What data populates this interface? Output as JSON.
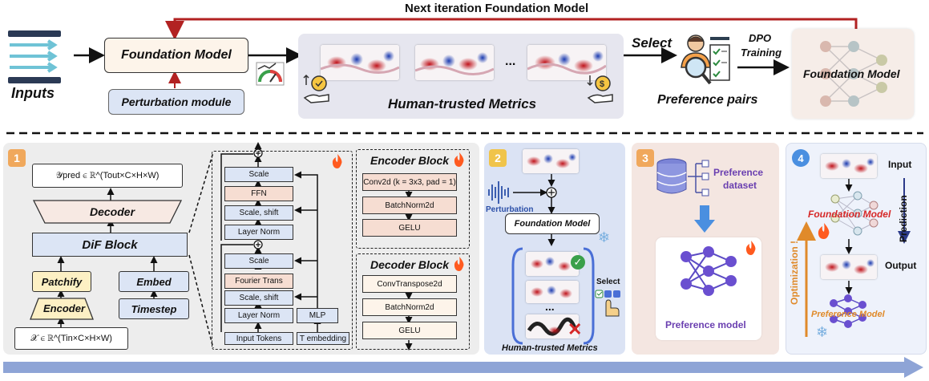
{
  "top": {
    "inputs_label": "Inputs",
    "foundation_model": "Foundation Model",
    "perturbation_module": "Perturbation module",
    "metrics_label": "Human-trusted Metrics",
    "ellipsis": "...",
    "select_label": "Select",
    "dpo_label": "DPO",
    "training_label": "Training",
    "preference_pairs": "Preference pairs",
    "foundation_model_right": "Foundation Model",
    "next_iteration": "Next iteration Foundation Model"
  },
  "panel1": {
    "badge": "1",
    "y_pred": "𝒴pred ∈ ℝ^(Tout×C×H×W)",
    "decoder": "Decoder",
    "dif_block": "DiF Block",
    "patchify": "Patchify",
    "embed": "Embed",
    "encoder": "Encoder",
    "timestep": "Timestep",
    "x_input": "𝒳 ∈ ℝ^(Tin×C×H×W)",
    "dif_top": [
      "Scale",
      "FFN",
      "Scale, shift",
      "Layer Norm"
    ],
    "dif_bottom": [
      "Scale",
      "Fourier Trans",
      "Scale, shift",
      "Layer Norm"
    ],
    "mlp": "MLP",
    "input_tokens": "Input Tokens",
    "t_embedding": "T embedding",
    "encoder_block_title": "Encoder Block",
    "encoder_block": [
      "Conv2d (k = 3x3, pad = 1)",
      "BatchNorm2d",
      "GELU"
    ],
    "decoder_block_title": "Decoder Block",
    "decoder_block": [
      "ConvTranspose2d",
      "BatchNorm2d",
      "GELU"
    ]
  },
  "panel2": {
    "badge": "2",
    "perturbation": "Perturbation",
    "foundation_model": "Foundation Model",
    "select": "Select",
    "ellipsis": "...",
    "metrics": "Human-trusted Metrics"
  },
  "panel3": {
    "badge": "3",
    "preference_dataset": "Preference dataset",
    "preference_model": "Preference model"
  },
  "panel4": {
    "badge": "4",
    "input": "Input",
    "foundation_model": "Foundation Model",
    "prediction": "Prediction",
    "output": "Output",
    "optimization": "Optimization !",
    "preference_model": "Preference Model"
  },
  "colors": {
    "panel_gray": "#ededed",
    "panel_blue": "#dbe3f4",
    "panel_pink": "#f4e6e1",
    "panel_lightblue": "#eef2fb",
    "next_arrow": "#b22222",
    "flame": "#ff5a1f",
    "progress_arrow": "#8ea4d6"
  }
}
